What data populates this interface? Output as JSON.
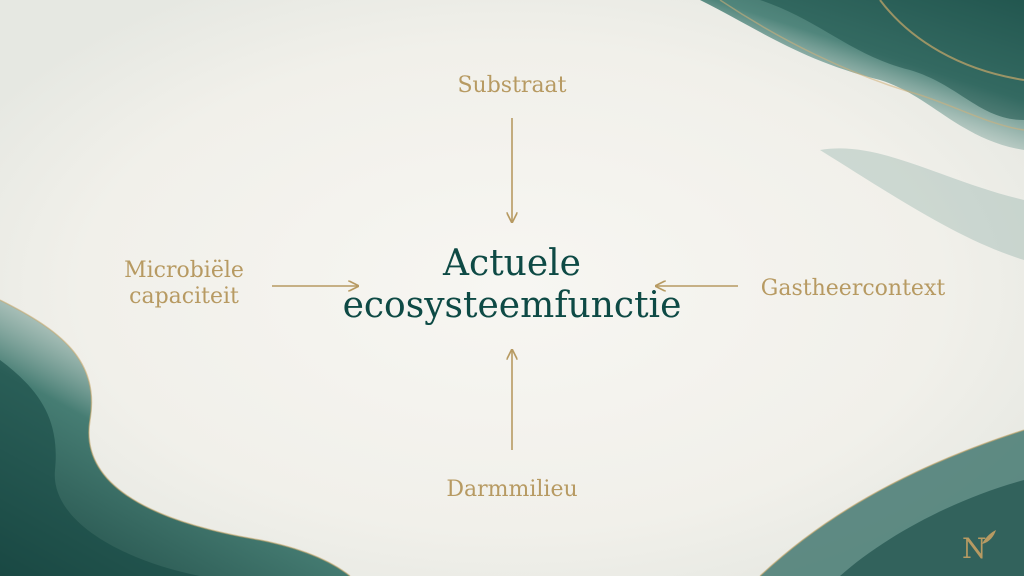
{
  "diagram": {
    "center": {
      "line1": "Actuele",
      "line2": "ecosysteemfunctie"
    },
    "top": "Substraat",
    "bottom": "Darmmilieu",
    "left": {
      "line1": "Microbiële",
      "line2": "capaciteit"
    },
    "right": "Gastheercontext"
  },
  "colors": {
    "accent_gold": "#b79a62",
    "center_text": "#0e4a45",
    "wave_teal": "#1f5a52",
    "background": "#f4f3ef"
  },
  "logo": {
    "name": "N-monogram-logo",
    "letter": "N"
  }
}
